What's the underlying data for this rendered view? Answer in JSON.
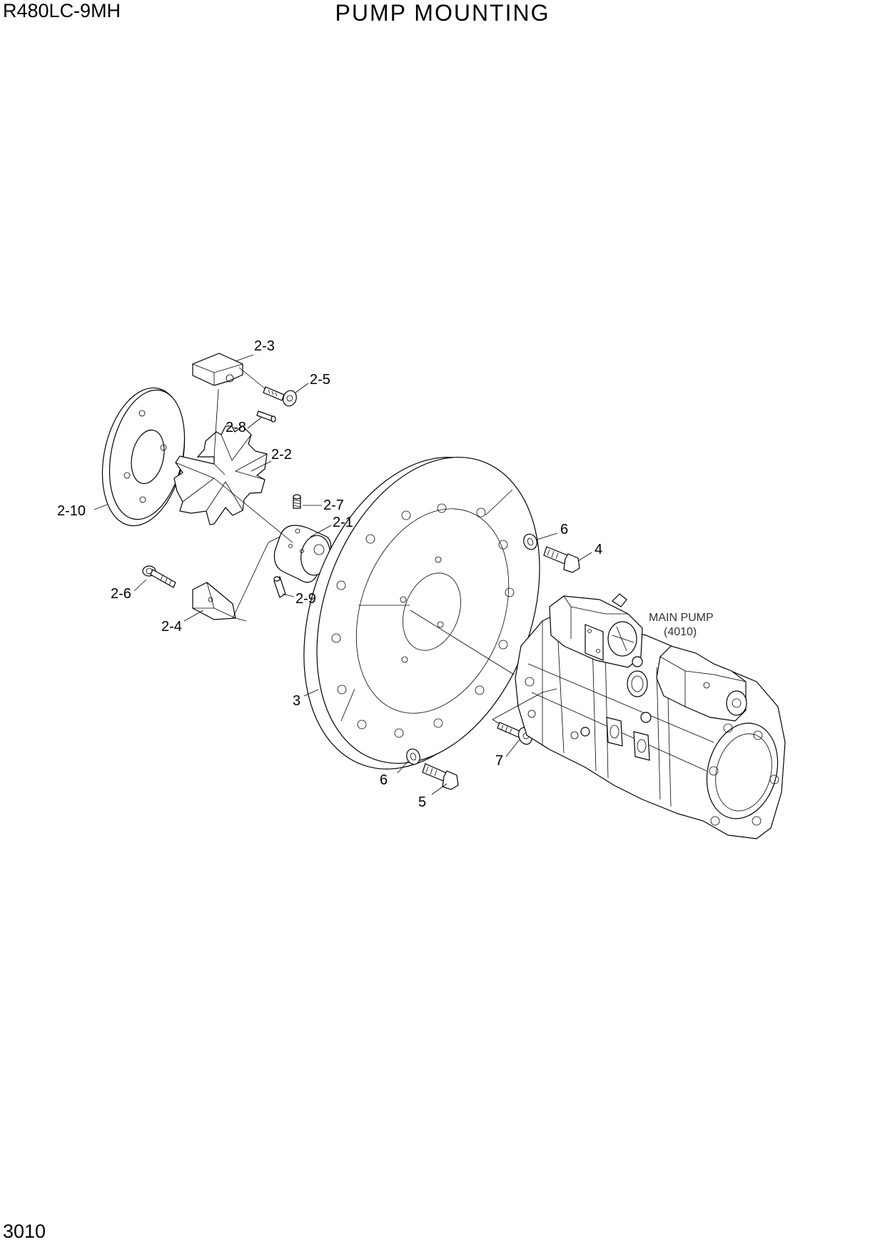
{
  "header": {
    "model": "R480LC-9MH",
    "title": "PUMP MOUNTING"
  },
  "footer": {
    "page_number": "3010"
  },
  "diagram": {
    "callouts": {
      "c_2_3": "2-3",
      "c_2_5": "2-5",
      "c_2_8": "2-8",
      "c_2_2": "2-2",
      "c_2_10": "2-10",
      "c_2_7": "2-7",
      "c_2_1": "2-1",
      "c_2_6": "2-6",
      "c_2_9": "2-9",
      "c_2_4": "2-4",
      "c_6_top": "6",
      "c_4": "4",
      "c_3": "3",
      "c_7": "7",
      "c_6_bottom": "6",
      "c_5": "5"
    },
    "main_pump_label": "MAIN PUMP",
    "main_pump_ref": "(4010)"
  }
}
